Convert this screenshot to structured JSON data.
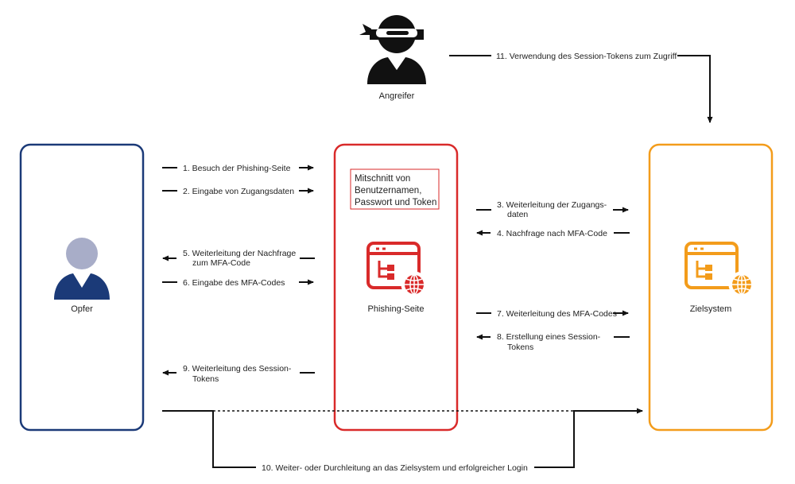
{
  "nodes": {
    "attacker": {
      "label": "Angreifer"
    },
    "victim": {
      "label": "Opfer",
      "color": "#1b3a78"
    },
    "phishing": {
      "label": "Phishing-Seite",
      "color": "#d92a2a"
    },
    "target": {
      "label": "Zielsystem",
      "color": "#f39c1b"
    }
  },
  "capture_note": [
    "Mitschnitt von",
    "Benutzernamen,",
    "Passwort und Token"
  ],
  "steps": {
    "s1": [
      "1. Besuch der Phishing-Seite"
    ],
    "s2": [
      "2. Eingabe von Zugangsdaten"
    ],
    "s3": [
      "3. Weiterleitung der Zugangs-",
      "daten"
    ],
    "s4": [
      "4. Nachfrage nach MFA-Code"
    ],
    "s5": [
      "5. Weiterleitung der Nachfrage",
      "zum MFA-Code"
    ],
    "s6": [
      "6. Eingabe des MFA-Codes"
    ],
    "s7": [
      "7. Weiterleitung des MFA-Codes"
    ],
    "s8": [
      "8. Erstellung eines Session-",
      "Tokens"
    ],
    "s9": [
      "9. Weiterleitung des Session-",
      "Tokens"
    ],
    "s10": [
      "10.  Weiter- oder Durchleitung an das Zielsystem und erfolgreicher Login"
    ],
    "s11": [
      "11.  Verwendung des Session-Tokens zum Zugriff"
    ]
  },
  "icons": {
    "attacker": "ninja-user-icon",
    "victim": "user-icon",
    "phishing": "web-app-globe-icon",
    "target": "web-app-globe-icon"
  }
}
